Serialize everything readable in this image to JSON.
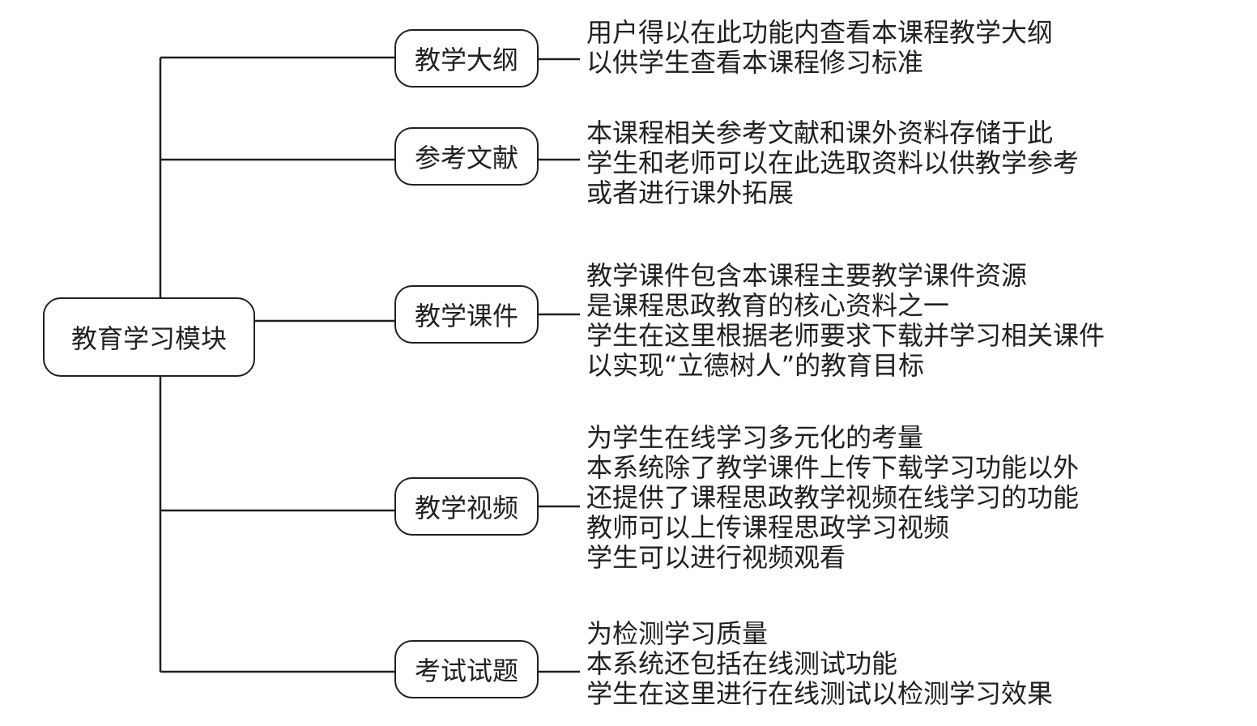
{
  "root": {
    "label": "教育学习模块"
  },
  "branches": [
    {
      "label": "教学大纲",
      "lines": [
        "用户得以在此功能内查看本课程教学大纲",
        "以供学生查看本课程修习标准"
      ]
    },
    {
      "label": "参考文献",
      "lines": [
        "本课程相关参考文献和课外资料存储于此",
        "学生和老师可以在此选取资料以供教学参考",
        "或者进行课外拓展"
      ]
    },
    {
      "label": "教学课件",
      "lines": [
        "教学课件包含本课程主要教学课件资源",
        "是课程思政教育的核心资料之一",
        "学生在这里根据老师要求下载并学习相关课件",
        "以实现“立德树人”的教育目标"
      ]
    },
    {
      "label": "教学视频",
      "lines": [
        "为学生在线学习多元化的考量",
        "本系统除了教学课件上传下载学习功能以外",
        "还提供了课程思政教学视频在线学习的功能",
        "教师可以上传课程思政学习视频",
        "学生可以进行视频观看"
      ]
    },
    {
      "label": "考试试题",
      "lines": [
        "为检测学习质量",
        "本系统还包括在线测试功能",
        "学生在这里进行在线测试以检测学习效果"
      ]
    }
  ]
}
